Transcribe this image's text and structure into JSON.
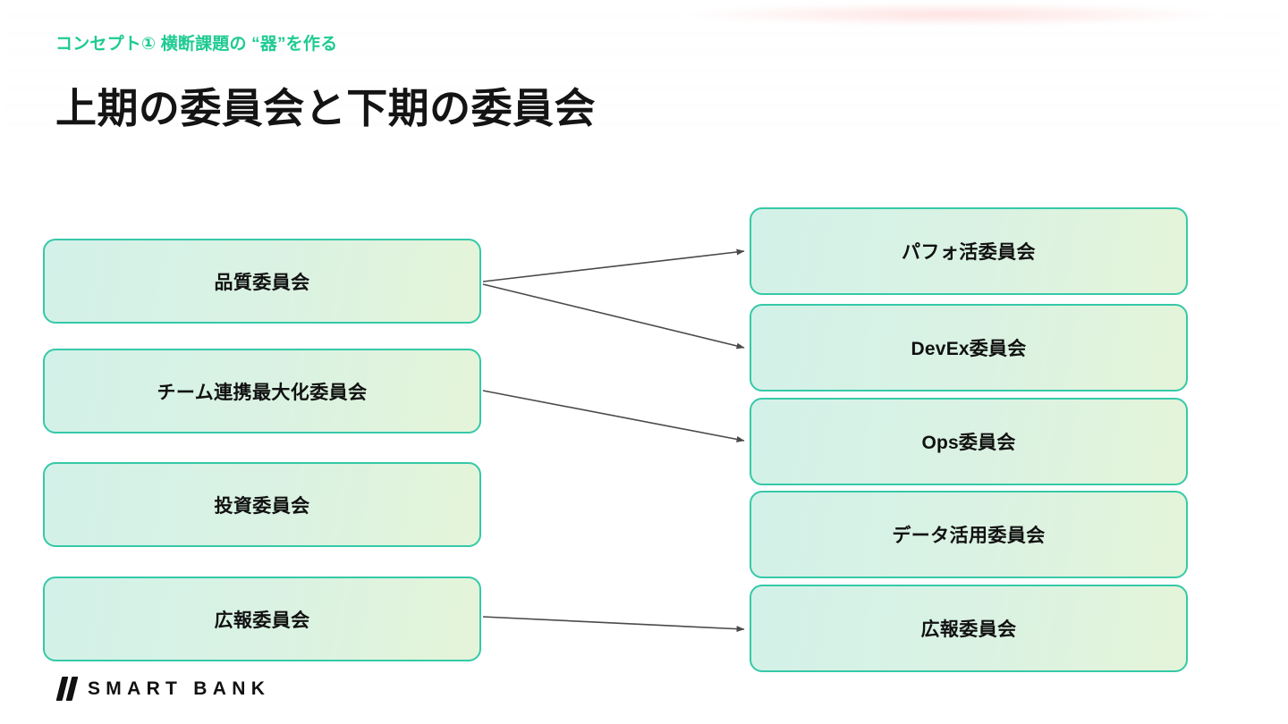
{
  "slide": {
    "eyebrow": "コンセプト① 横断課題の “器”を作る",
    "title": "上期の委員会と下期の委員会",
    "accent_color": "#1ecb92",
    "box_border_color": "#35c9a8",
    "box_fill_from": "#d3f1e9",
    "box_fill_to": "#e4f4d9",
    "connector_color": "#4a4a4a"
  },
  "left_column": {
    "heading": "",
    "items": [
      {
        "label": "品質委員会"
      },
      {
        "label": "チーム連携最大化委員会"
      },
      {
        "label": "投資委員会"
      },
      {
        "label": "広報委員会"
      }
    ]
  },
  "right_column": {
    "heading": "",
    "items": [
      {
        "label": "パフォ活委員会"
      },
      {
        "label": "DevEx委員会"
      },
      {
        "label": "Ops委員会"
      },
      {
        "label": "データ活用委員会"
      },
      {
        "label": "広報委員会"
      }
    ]
  },
  "connectors": [
    {
      "from": "品質委員会",
      "to": "パフォ活委員会"
    },
    {
      "from": "品質委員会",
      "to": "DevEx委員会"
    },
    {
      "from": "チーム連携最大化委員会",
      "to": "Ops委員会"
    },
    {
      "from": "広報委員会",
      "to": "広報委員会"
    }
  ],
  "footer": {
    "brand": "SMART BANK",
    "mark": "smartbank-logo-mark"
  }
}
